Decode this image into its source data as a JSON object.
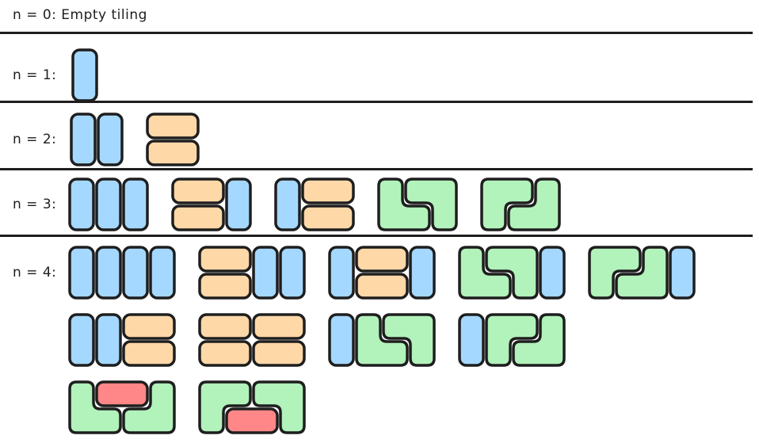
{
  "palette": {
    "blue": "#a5d8ff",
    "orange": "#ffd8a8",
    "green": "#b2f2bb",
    "red": "#ff8787",
    "outline": "#1e1e1e"
  },
  "rows": [
    {
      "label": "n = 0: Empty tiling",
      "lines": []
    },
    {
      "label": "n = 1:",
      "lines": [
        [
          {
            "cols": 1,
            "pieces": [
              {
                "t": "V",
                "x": 0,
                "y": 0,
                "color": "blue"
              }
            ]
          }
        ]
      ]
    },
    {
      "label": "n = 2:",
      "lines": [
        [
          {
            "cols": 2,
            "pieces": [
              {
                "t": "V",
                "x": 0,
                "y": 0,
                "color": "blue"
              },
              {
                "t": "V",
                "x": 1,
                "y": 0,
                "color": "blue"
              }
            ]
          },
          {
            "cols": 2,
            "pieces": [
              {
                "t": "H",
                "x": 0,
                "y": 0,
                "color": "orange"
              },
              {
                "t": "H",
                "x": 0,
                "y": 1,
                "color": "orange"
              }
            ]
          }
        ]
      ]
    },
    {
      "label": "n = 3:",
      "lines": [
        [
          {
            "cols": 3,
            "pieces": [
              {
                "t": "V",
                "x": 0,
                "y": 0,
                "color": "blue"
              },
              {
                "t": "V",
                "x": 1,
                "y": 0,
                "color": "blue"
              },
              {
                "t": "V",
                "x": 2,
                "y": 0,
                "color": "blue"
              }
            ]
          },
          {
            "cols": 3,
            "pieces": [
              {
                "t": "H",
                "x": 0,
                "y": 0,
                "color": "orange"
              },
              {
                "t": "H",
                "x": 0,
                "y": 1,
                "color": "orange"
              },
              {
                "t": "V",
                "x": 2,
                "y": 0,
                "color": "blue"
              }
            ]
          },
          {
            "cols": 3,
            "pieces": [
              {
                "t": "V",
                "x": 0,
                "y": 0,
                "color": "blue"
              },
              {
                "t": "H",
                "x": 1,
                "y": 0,
                "color": "orange"
              },
              {
                "t": "H",
                "x": 1,
                "y": 1,
                "color": "orange"
              }
            ]
          },
          {
            "cols": 3,
            "pieces": [
              {
                "t": "L",
                "x": 0,
                "y": 0,
                "color": "green"
              },
              {
                "t": "seven",
                "x": 1,
                "y": 0,
                "color": "green"
              }
            ]
          },
          {
            "cols": 3,
            "pieces": [
              {
                "t": "gamma",
                "x": 0,
                "y": 0,
                "color": "green"
              },
              {
                "t": "jay",
                "x": 1,
                "y": 0,
                "color": "green"
              }
            ]
          }
        ]
      ]
    },
    {
      "label": "n = 4:",
      "lines": [
        [
          {
            "cols": 4,
            "pieces": [
              {
                "t": "V",
                "x": 0,
                "y": 0,
                "color": "blue"
              },
              {
                "t": "V",
                "x": 1,
                "y": 0,
                "color": "blue"
              },
              {
                "t": "V",
                "x": 2,
                "y": 0,
                "color": "blue"
              },
              {
                "t": "V",
                "x": 3,
                "y": 0,
                "color": "blue"
              }
            ]
          },
          {
            "cols": 4,
            "pieces": [
              {
                "t": "H",
                "x": 0,
                "y": 0,
                "color": "orange"
              },
              {
                "t": "H",
                "x": 0,
                "y": 1,
                "color": "orange"
              },
              {
                "t": "V",
                "x": 2,
                "y": 0,
                "color": "blue"
              },
              {
                "t": "V",
                "x": 3,
                "y": 0,
                "color": "blue"
              }
            ]
          },
          {
            "cols": 4,
            "pieces": [
              {
                "t": "V",
                "x": 0,
                "y": 0,
                "color": "blue"
              },
              {
                "t": "H",
                "x": 1,
                "y": 0,
                "color": "orange"
              },
              {
                "t": "H",
                "x": 1,
                "y": 1,
                "color": "orange"
              },
              {
                "t": "V",
                "x": 3,
                "y": 0,
                "color": "blue"
              }
            ]
          },
          {
            "cols": 4,
            "pieces": [
              {
                "t": "L",
                "x": 0,
                "y": 0,
                "color": "green"
              },
              {
                "t": "seven",
                "x": 1,
                "y": 0,
                "color": "green"
              },
              {
                "t": "V",
                "x": 3,
                "y": 0,
                "color": "blue"
              }
            ]
          },
          {
            "cols": 4,
            "pieces": [
              {
                "t": "gamma",
                "x": 0,
                "y": 0,
                "color": "green"
              },
              {
                "t": "jay",
                "x": 1,
                "y": 0,
                "color": "green"
              },
              {
                "t": "V",
                "x": 3,
                "y": 0,
                "color": "blue"
              }
            ]
          }
        ],
        [
          {
            "cols": 4,
            "pieces": [
              {
                "t": "V",
                "x": 0,
                "y": 0,
                "color": "blue"
              },
              {
                "t": "V",
                "x": 1,
                "y": 0,
                "color": "blue"
              },
              {
                "t": "H",
                "x": 2,
                "y": 0,
                "color": "orange"
              },
              {
                "t": "H",
                "x": 2,
                "y": 1,
                "color": "orange"
              }
            ]
          },
          {
            "cols": 4,
            "pieces": [
              {
                "t": "H",
                "x": 0,
                "y": 0,
                "color": "orange"
              },
              {
                "t": "H",
                "x": 0,
                "y": 1,
                "color": "orange"
              },
              {
                "t": "H",
                "x": 2,
                "y": 0,
                "color": "orange"
              },
              {
                "t": "H",
                "x": 2,
                "y": 1,
                "color": "orange"
              }
            ]
          },
          {
            "cols": 4,
            "pieces": [
              {
                "t": "V",
                "x": 0,
                "y": 0,
                "color": "blue"
              },
              {
                "t": "L",
                "x": 1,
                "y": 0,
                "color": "green"
              },
              {
                "t": "seven",
                "x": 2,
                "y": 0,
                "color": "green"
              }
            ]
          },
          {
            "cols": 4,
            "pieces": [
              {
                "t": "V",
                "x": 0,
                "y": 0,
                "color": "blue"
              },
              {
                "t": "gamma",
                "x": 1,
                "y": 0,
                "color": "green"
              },
              {
                "t": "jay",
                "x": 2,
                "y": 0,
                "color": "green"
              }
            ]
          }
        ],
        [
          {
            "cols": 4,
            "pieces": [
              {
                "t": "L",
                "x": 0,
                "y": 0,
                "color": "green"
              },
              {
                "t": "H",
                "x": 1,
                "y": 0,
                "color": "red"
              },
              {
                "t": "jay",
                "x": 2,
                "y": 0,
                "color": "green"
              }
            ]
          },
          {
            "cols": 4,
            "pieces": [
              {
                "t": "gamma",
                "x": 0,
                "y": 0,
                "color": "green"
              },
              {
                "t": "H",
                "x": 1,
                "y": 1,
                "color": "red"
              },
              {
                "t": "seven",
                "x": 2,
                "y": 0,
                "color": "green"
              }
            ]
          }
        ]
      ]
    }
  ]
}
